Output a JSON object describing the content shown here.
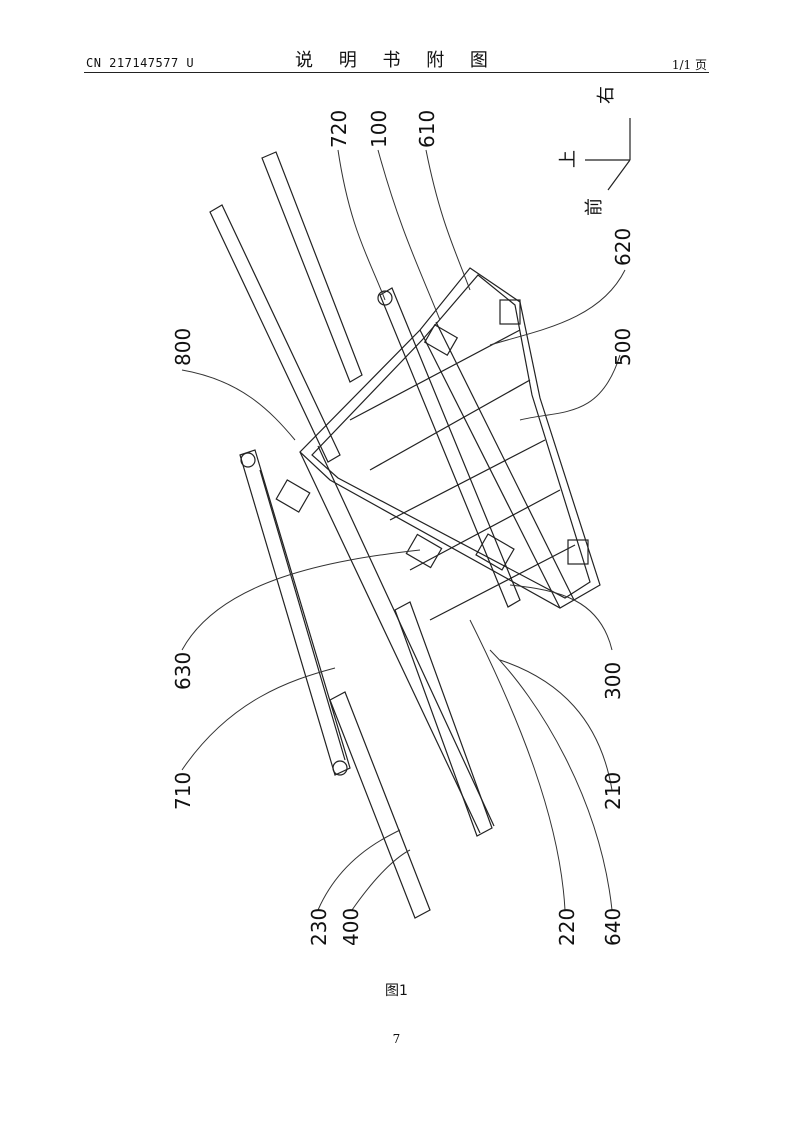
{
  "header": {
    "patent_number": "CN 217147577 U",
    "section_title": "说 明 书 附 图",
    "page_of": "1/1 页"
  },
  "figure": {
    "direction_labels": {
      "right": "右",
      "up": "上",
      "front": "前"
    },
    "callouts": [
      {
        "id": "c720",
        "text": "720"
      },
      {
        "id": "c100",
        "text": "100"
      },
      {
        "id": "c610",
        "text": "610"
      },
      {
        "id": "c620",
        "text": "620"
      },
      {
        "id": "c500",
        "text": "500"
      },
      {
        "id": "c800",
        "text": "800"
      },
      {
        "id": "c630",
        "text": "630"
      },
      {
        "id": "c710",
        "text": "710"
      },
      {
        "id": "c230",
        "text": "230"
      },
      {
        "id": "c400",
        "text": "400"
      },
      {
        "id": "c220",
        "text": "220"
      },
      {
        "id": "c640",
        "text": "640"
      },
      {
        "id": "c210",
        "text": "210"
      },
      {
        "id": "c300",
        "text": "300"
      }
    ],
    "caption": "图1"
  },
  "footer": {
    "page_number": "7"
  }
}
